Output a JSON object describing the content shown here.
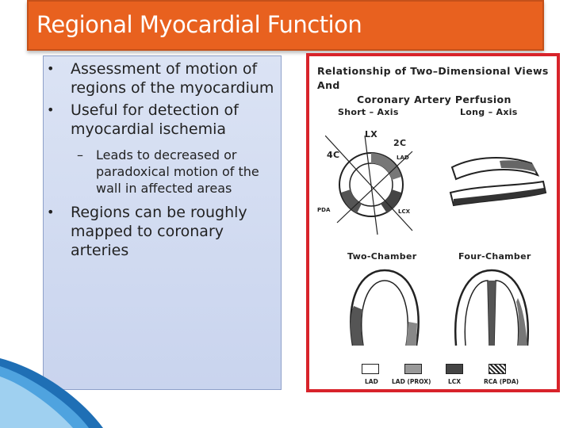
{
  "slide": {
    "title": "Regional Myocardial Function",
    "bullets": [
      "Assessment of motion of regions of  the myocardium",
      "Useful for detection of myocardial ischemia"
    ],
    "sub_bullet": "Leads to decreased or paradoxical motion of the wall in affected areas",
    "bullet3": "Regions can be roughly mapped to coronary arteries"
  },
  "figure": {
    "title_line1": "Relationship of Two–Dimensional Views And",
    "title_line2": "Coronary Artery Perfusion",
    "short_axis": "Short – Axis",
    "long_axis": "Long – Axis",
    "lx": "LX",
    "two_c": "2C",
    "four_c": "4C",
    "lad_small": "LAD",
    "pda_small": "PDA",
    "lcx_small": "LCX",
    "two_chamber": "Two-Chamber",
    "four_chamber": "Four-Chamber",
    "legend": [
      "LAD",
      "LAD (PROX)",
      "LCX",
      "RCA (PDA)"
    ]
  },
  "colors": {
    "title_bg": "#e8611f",
    "panel_bg": "#d3dcf1",
    "figure_border": "#d8232a",
    "accent_blue": "#1f6fb5"
  }
}
